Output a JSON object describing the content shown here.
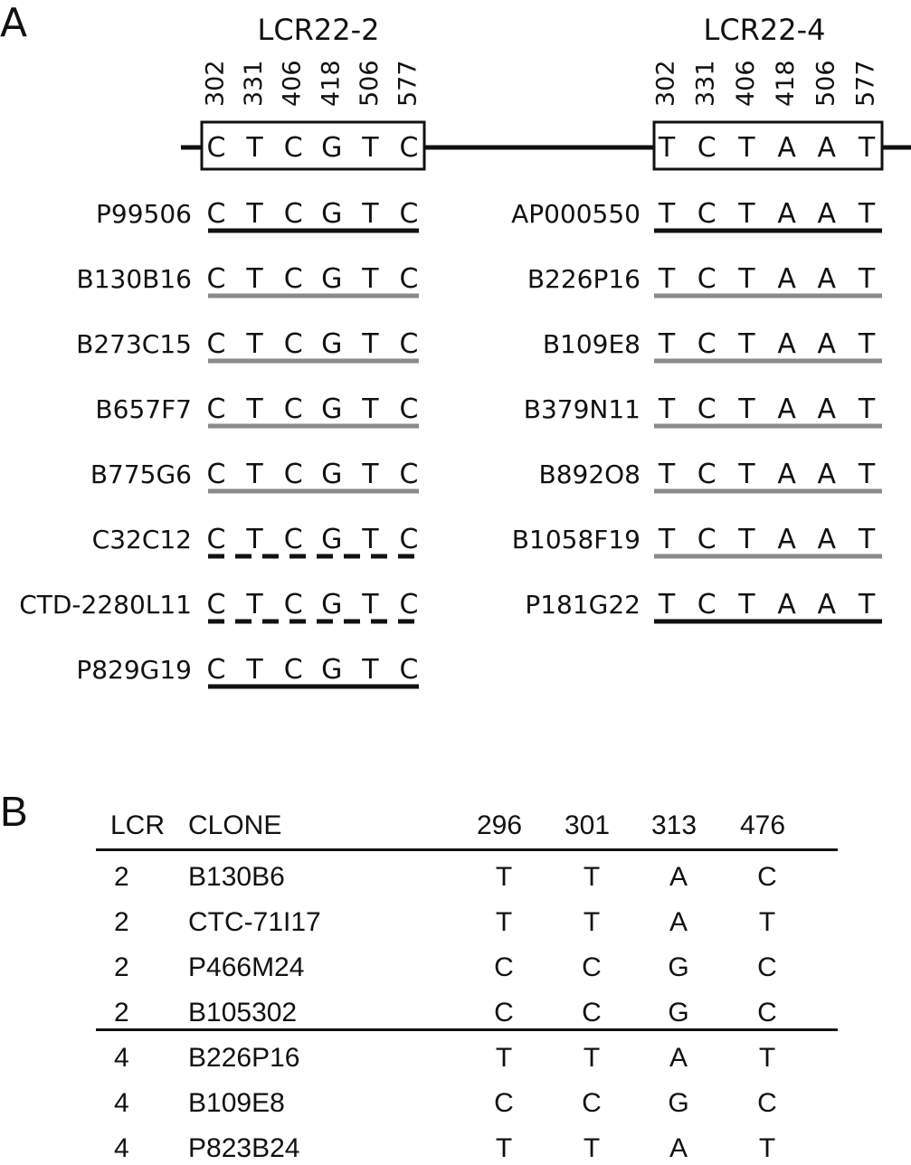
{
  "panel_a": {
    "label": "A",
    "loci": [
      {
        "title": "LCR22-2",
        "positions": [
          "302",
          "331",
          "406",
          "418",
          "506",
          "577"
        ],
        "consensus": [
          "C",
          "T",
          "C",
          "G",
          "T",
          "C"
        ],
        "clones": [
          {
            "name": "P99506",
            "bases": [
              "C",
              "T",
              "C",
              "G",
              "T",
              "C"
            ],
            "line": "black"
          },
          {
            "name": "B130B16",
            "bases": [
              "C",
              "T",
              "C",
              "G",
              "T",
              "C"
            ],
            "line": "gray"
          },
          {
            "name": "B273C15",
            "bases": [
              "C",
              "T",
              "C",
              "G",
              "T",
              "C"
            ],
            "line": "gray"
          },
          {
            "name": "B657F7",
            "bases": [
              "C",
              "T",
              "C",
              "G",
              "T",
              "C"
            ],
            "line": "gray"
          },
          {
            "name": "B775G6",
            "bases": [
              "C",
              "T",
              "C",
              "G",
              "T",
              "C"
            ],
            "line": "gray"
          },
          {
            "name": "C32C12",
            "bases": [
              "C",
              "T",
              "C",
              "G",
              "T",
              "C"
            ],
            "line": "dashed"
          },
          {
            "name": "CTD-2280L11",
            "bases": [
              "C",
              "T",
              "C",
              "G",
              "T",
              "C"
            ],
            "line": "dashed"
          },
          {
            "name": "P829G19",
            "bases": [
              "C",
              "T",
              "C",
              "G",
              "T",
              "C"
            ],
            "line": "black"
          }
        ]
      },
      {
        "title": "LCR22-4",
        "positions": [
          "302",
          "331",
          "406",
          "418",
          "506",
          "577"
        ],
        "consensus": [
          "T",
          "C",
          "T",
          "A",
          "A",
          "T"
        ],
        "clones": [
          {
            "name": "AP000550",
            "bases": [
              "T",
              "C",
              "T",
              "A",
              "A",
              "T"
            ],
            "line": "black"
          },
          {
            "name": "B226P16",
            "bases": [
              "T",
              "C",
              "T",
              "A",
              "A",
              "T"
            ],
            "line": "gray"
          },
          {
            "name": "B109E8",
            "bases": [
              "T",
              "C",
              "T",
              "A",
              "A",
              "T"
            ],
            "line": "gray"
          },
          {
            "name": "B379N11",
            "bases": [
              "T",
              "C",
              "T",
              "A",
              "A",
              "T"
            ],
            "line": "gray"
          },
          {
            "name": "B892O8",
            "bases": [
              "T",
              "C",
              "T",
              "A",
              "A",
              "T"
            ],
            "line": "gray"
          },
          {
            "name": "B1058F19",
            "bases": [
              "T",
              "C",
              "T",
              "A",
              "A",
              "T"
            ],
            "line": "gray"
          },
          {
            "name": "P181G22",
            "bases": [
              "T",
              "C",
              "T",
              "A",
              "A",
              "T"
            ],
            "line": "black"
          }
        ]
      }
    ],
    "colors": {
      "black": "#111111",
      "gray": "#8a8a8a"
    }
  },
  "panel_b": {
    "label": "B",
    "headers": [
      "LCR",
      "CLONE",
      "296",
      "301",
      "313",
      "476"
    ],
    "rows": [
      [
        "2",
        "B130B6",
        "T",
        "T",
        "A",
        "C"
      ],
      [
        "2",
        "CTC-71I17",
        "T",
        "T",
        "A",
        "T"
      ],
      [
        "2",
        "P466M24",
        "C",
        "C",
        "G",
        "C"
      ],
      [
        "2",
        "B105302",
        "C",
        "C",
        "G",
        "C"
      ],
      [
        "4",
        "B226P16",
        "T",
        "T",
        "A",
        "T"
      ],
      [
        "4",
        "B109E8",
        "C",
        "C",
        "G",
        "C"
      ],
      [
        "4",
        "P823B24",
        "T",
        "T",
        "A",
        "T"
      ]
    ]
  }
}
